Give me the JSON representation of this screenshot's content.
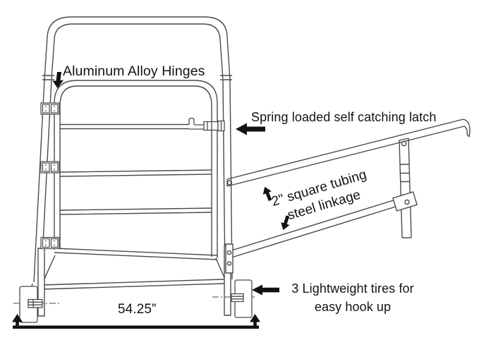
{
  "annotations": {
    "hinges": "Aluminum Alloy Hinges",
    "latch": "Spring loaded self catching latch",
    "tubing_line1": "2\" square tubing",
    "tubing_line2": "steel linkage",
    "tires_line1": "3 Lightweight tires for",
    "tires_line2": "easy hook up",
    "width_dimension": "54.25”"
  },
  "colors": {
    "background": "#ffffff",
    "line": "#4a4a4a",
    "text": "#121212"
  }
}
